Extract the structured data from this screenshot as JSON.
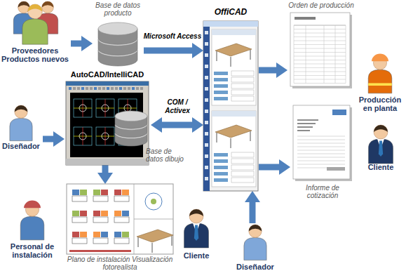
{
  "diagram": {
    "nodes": [
      {
        "text": [
          "Proveedores Productos nuevos"
        ]
      },
      {
        "text": [
          "Base de datos producto"
        ]
      },
      {
        "text": [
          "OffiCAD"
        ]
      },
      {
        "text": [
          "Orden de producción"
        ]
      },
      {
        "text": [
          "Producción en planta"
        ]
      },
      {
        "text": [
          "Diseñador"
        ]
      },
      {
        "text": [
          "AutoCAD/IntelliCAD"
        ]
      },
      {
        "text": [
          "Base de datos dibujo"
        ],
        "in": 6
      },
      {
        "text": [
          "Informe de cotización"
        ]
      },
      {
        "text": [
          "Cliente"
        ]
      },
      {
        "text": [
          "Plano de instalación Visualización fotorealista"
        ]
      },
      {
        "text": [
          "Personal de instalación"
        ]
      },
      {
        "text": [
          "Cliente"
        ]
      },
      {
        "text": [
          "Diseñador"
        ]
      }
    ],
    "edges": [
      {
        "from": 0,
        "to": 1,
        "arrow": "to"
      },
      {
        "from": 1,
        "to": 2,
        "label": "Microsoft Access",
        "arrow": "to"
      },
      {
        "from": 5,
        "to": 6,
        "arrow": "to"
      },
      {
        "from": 6,
        "to": 2,
        "label": "COM / Activex",
        "arrow": "both"
      },
      {
        "from": 2,
        "to": 3,
        "arrow": "to"
      },
      {
        "from": 2,
        "to": 8,
        "arrow": "to"
      },
      {
        "from": 6,
        "to": 10,
        "arrow": "to"
      },
      {
        "from": 13,
        "to": 2,
        "arrow": "to"
      }
    ]
  }
}
